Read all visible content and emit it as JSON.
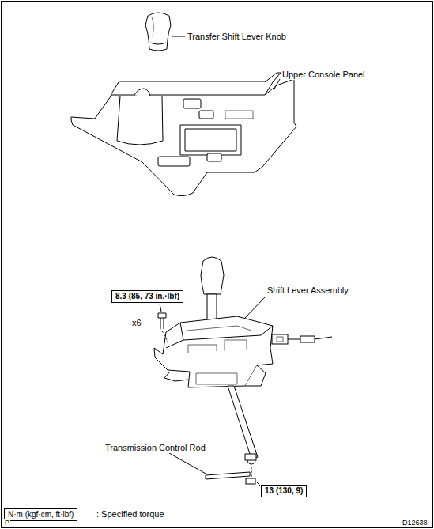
{
  "diagram": {
    "nodes": [
      {
        "text": [
          "8.3 (85, 73 in.·lbf)"
        ]
      },
      {
        "text": [
          "13 (130, 9)"
        ]
      },
      {
        "text": [
          "N·m (kgf·cm, ft·lbf)"
        ]
      }
    ],
    "labels": [
      "Transfer Shift Lever Knob",
      "Upper Console Panel",
      "Shift Lever Assembly",
      "x6",
      "Transmission Control Rod",
      ": Specified torque",
      "P",
      "D12638"
    ]
  }
}
